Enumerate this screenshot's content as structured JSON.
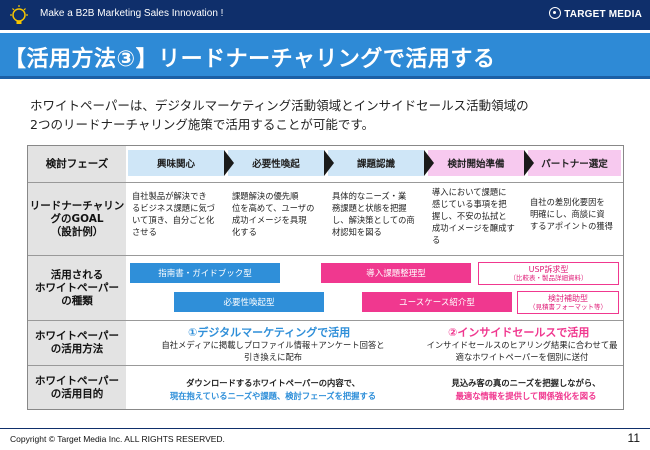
{
  "header": {
    "tagline": "Make a B2B Marketing Sales Innovation !",
    "brand": "TARGET MEDIA"
  },
  "slide": {
    "title": "【活用方法③】リードナーチャリングで活用する",
    "intro_line1": "ホワイトペーパーは、デジタルマーケティング活動領域とインサイドセールス活動領域の",
    "intro_line2": "2つのリードナーチャリング施策で活用することが可能です。"
  },
  "table": {
    "row_headers": {
      "phase": "検討フェーズ",
      "goal_l1": "リードナーチャリン",
      "goal_l2": "グのGOAL",
      "goal_l3": "（設計例）",
      "types_l1": "活用される",
      "types_l2": "ホワイトペーパー",
      "types_l3": "の種類",
      "method_l1": "ホワイトペーパー",
      "method_l2": "の活用方法",
      "purpose_l1": "ホワイトペーパー",
      "purpose_l2": "の活用目的"
    },
    "phases": [
      "興味関心",
      "必要性喚起",
      "課題認識",
      "検討開始準備",
      "パートナー選定"
    ],
    "goals": [
      [
        "自社製品が解決でき",
        "るビジネス課題に気づ",
        "いて頂き、自分ごと化",
        "させる"
      ],
      [
        "課題解決の優先順",
        "位を高めて、ユーザの",
        "成功イメージを具現",
        "化する"
      ],
      [
        "具体的なニーズ・業",
        "務課題と状態を把握",
        "し、解決策としての商",
        "材認知を図る"
      ],
      [
        "導入において課題に",
        "感じている事項を把",
        "握し、不安の払拭と",
        "成功イメージを醸成す",
        "る"
      ],
      [
        "自社の差別化要因を",
        "明確にし、商談に資",
        "するアポイントの獲得"
      ]
    ],
    "whitepapers": {
      "guide": "指南書・ガイドブック型",
      "necessity": "必要性喚起型",
      "case_org": "導入課題整理型",
      "usecase": "ユースケース紹介型",
      "usp": "USP訴求型",
      "usp_sub": "（比較表・製品詳細資料）",
      "consider": "検討補助型",
      "consider_sub": "（見積書フォーマット等）"
    },
    "methods": {
      "digital_title": "①デジタルマーケティングで活用",
      "digital_desc1": "自社メディアに掲載しプロファイル情報＋アンケート回答と",
      "digital_desc2": "引き換えに配布",
      "inside_title": "②インサイドセールスで活用",
      "inside_desc1": "インサイドセールスのヒアリング結果に合わせて最",
      "inside_desc2": "適なホワイトペーパーを個別に送付"
    },
    "purposes": {
      "digital_l1": "ダウンロードするホワイトペーパーの内容で、",
      "digital_l2": "現在抱えているニーズや課題、検討フェーズを把握する",
      "inside_l1": "見込み客の真のニーズを把握しながら、",
      "inside_l2": "最適な情報を提供して関係強化を図る"
    }
  },
  "footer": {
    "copyright": "Copyright © Target Media Inc. ALL RIGHTS RESERVED.",
    "page": "11"
  },
  "colors": {
    "navy": "#0f2f6b",
    "title_blue": "#2e8ad6",
    "blue": "#2f8fd9",
    "pink": "#f0388f",
    "phase_blue": "#cfe6f7",
    "phase_pink": "#f7c9ef"
  }
}
